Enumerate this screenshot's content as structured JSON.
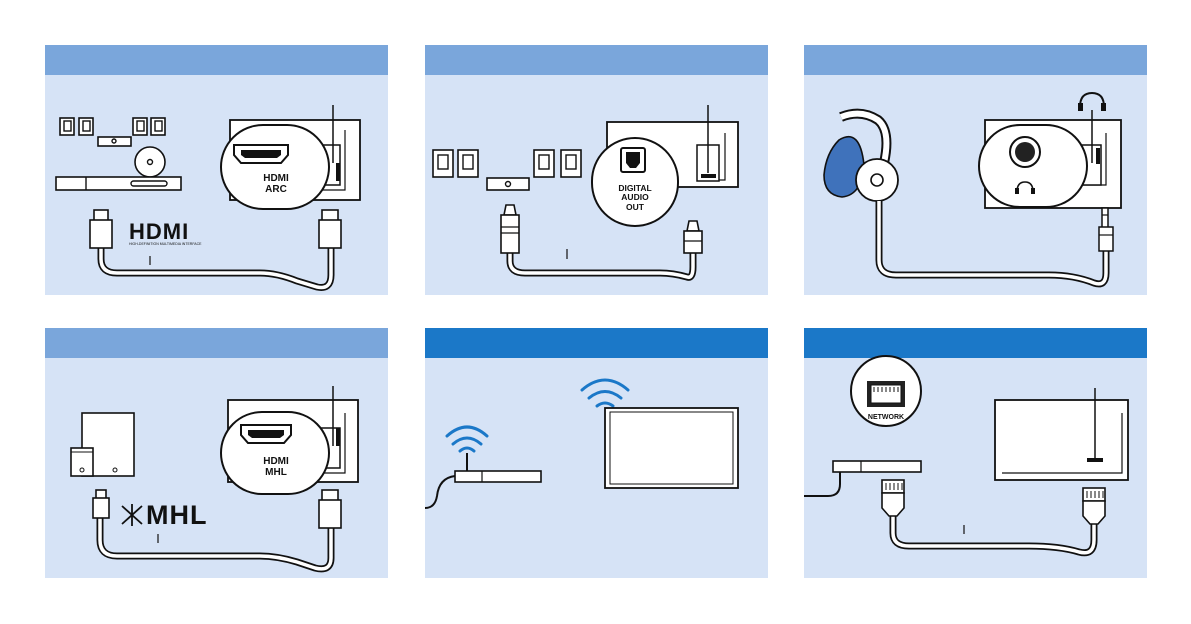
{
  "colors": {
    "header_light": "#7aa6db",
    "header_dark": "#1b78c8",
    "panel_bg": "#d6e3f6",
    "line": "#111111"
  },
  "panels": [
    {
      "id": "hdmi-arc",
      "port_label_line1": "HDMI",
      "port_label_line2": "ARC",
      "logo": "HDMI",
      "logo_tagline": "HIGH-DEFINITION MULTIMEDIA INTERFACE",
      "header": "light"
    },
    {
      "id": "optical",
      "port_label_line1": "DIGITAL",
      "port_label_line2": "AUDIO",
      "port_label_line3": "OUT",
      "header": "light"
    },
    {
      "id": "headphone",
      "header": "light",
      "icons": [
        "headphones-icon"
      ]
    },
    {
      "id": "hdmi-mhl",
      "port_label_line1": "HDMI",
      "port_label_line2": "MHL",
      "logo": "MHL",
      "header": "light"
    },
    {
      "id": "wifi",
      "header": "dark",
      "icons": [
        "wifi-icon",
        "router-icon",
        "tv-icon"
      ]
    },
    {
      "id": "network",
      "port_label": "NETWORK",
      "header": "dark"
    }
  ]
}
